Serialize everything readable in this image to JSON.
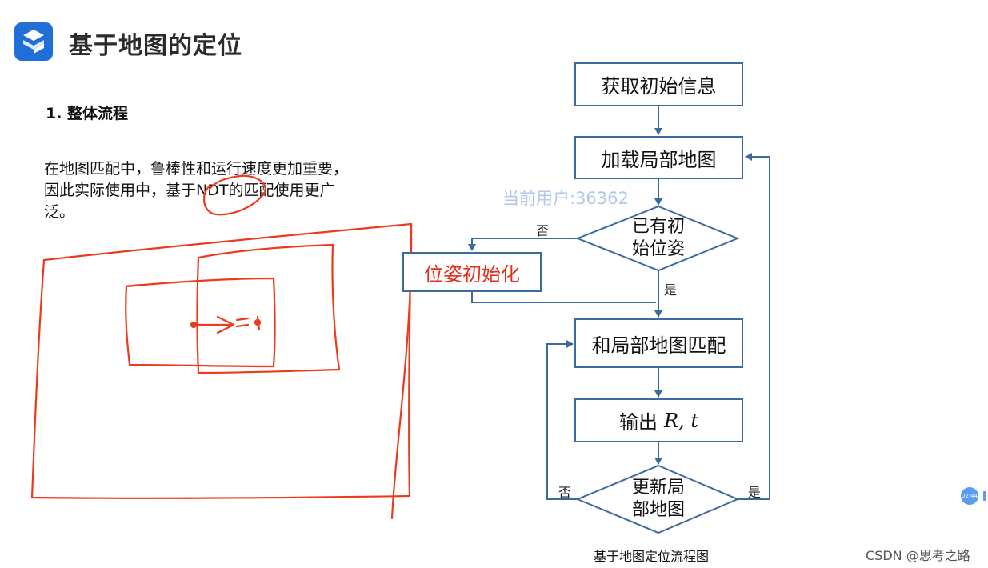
{
  "header": {
    "title": "基于地图的定位",
    "logo_icon": "s-logo-icon",
    "logo_color": "#1f6fd6"
  },
  "section": {
    "heading": "1. 整体流程",
    "paragraph_lines": [
      "在地图匹配中，鲁棒性和运行速度更加重要，",
      "因此实际使用中，基于NDT的匹配使用更广",
      "泛。"
    ]
  },
  "flowchart": {
    "nodes": {
      "get_initial_info": "获取初始信息",
      "load_local_map": "加载局部地图",
      "has_initial_pose_line1": "已有初",
      "has_initial_pose_line2": "始位姿",
      "pose_init": "位姿初始化",
      "match_local_map": "和局部地图匹配",
      "output_prefix": "输出",
      "output_vars": "R, t",
      "update_local_map_line1": "更新局",
      "update_local_map_line2": "部地图"
    },
    "labels": {
      "no_1": "否",
      "yes_1": "是",
      "no_2": "否",
      "yes_2": "是"
    },
    "caption": "基于地图定位流程图",
    "colors": {
      "box_border": "#3d6a9e",
      "arrow": "#3d6a9e",
      "highlight_text": "#e0301e"
    }
  },
  "annotations": {
    "ink_color": "#ee3a1c"
  },
  "overlay": {
    "watermark": "当前用户:36362",
    "source_credit": "CSDN @思考之路",
    "timer": "02:44",
    "pause_icon": "pause-icon"
  }
}
